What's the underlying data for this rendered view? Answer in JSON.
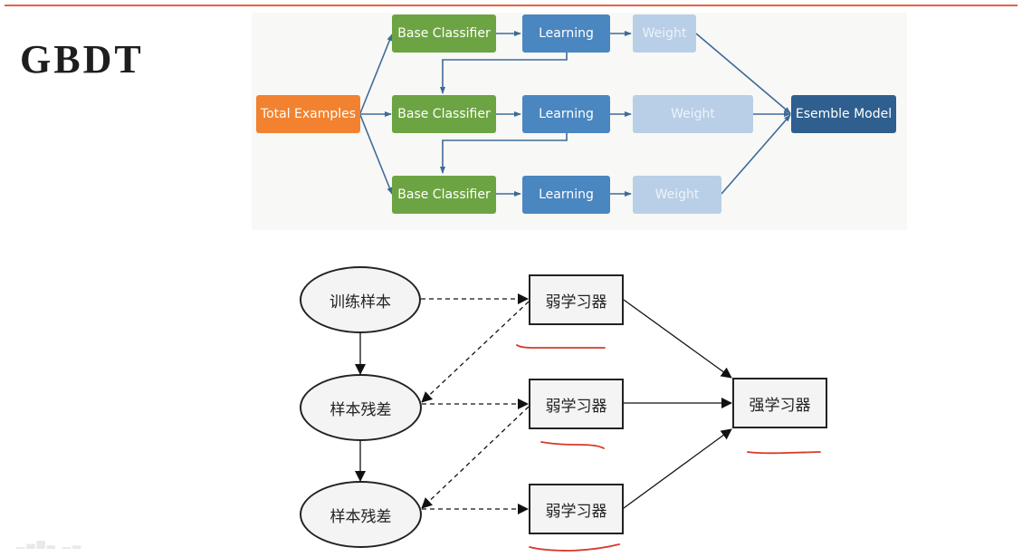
{
  "slide": {
    "title": "GBDT",
    "accent_color": "#e5623e"
  },
  "top_diagram": {
    "source": {
      "label": "Total Examples",
      "color": "#f2822f"
    },
    "rows": [
      {
        "classifier": "Base Classifier",
        "learning": "Learning",
        "weight": "Weight"
      },
      {
        "classifier": "Base Classifier",
        "learning": "Learning",
        "weight": "Weight"
      },
      {
        "classifier": "Base Classifier",
        "learning": "Learning",
        "weight": "Weight"
      }
    ],
    "target": {
      "label": "Esemble Model",
      "color": "#2f5f8f"
    },
    "colors": {
      "classifier": "#6da443",
      "learning": "#4a86c0",
      "weight": "#b8cfe7",
      "edges": "#3d6a99"
    }
  },
  "bottom_diagram": {
    "samples": [
      "训练样本",
      "样本残差",
      "样本残差"
    ],
    "weak_learners": [
      "弱学习器",
      "弱学习器",
      "弱学习器"
    ],
    "strong_learner": "强学习器",
    "annotation_color": "#d63a2a"
  },
  "watermark": "▁▃▅▂ ▁▂"
}
